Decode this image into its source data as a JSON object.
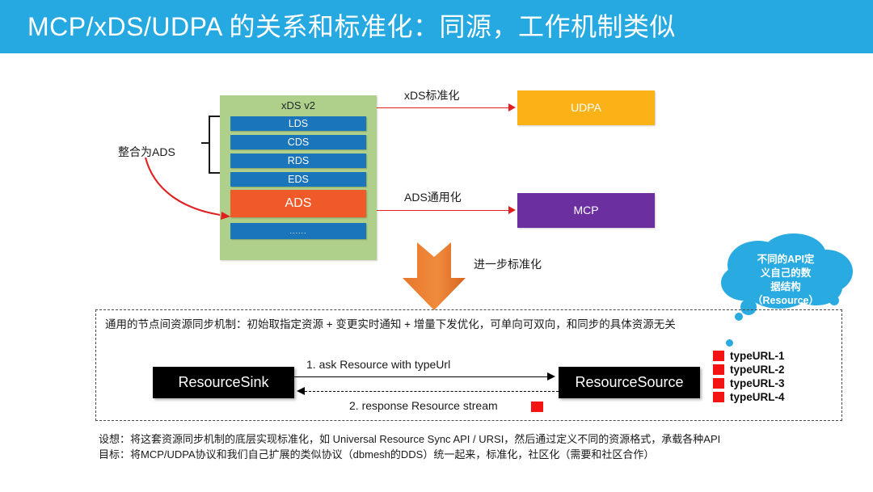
{
  "slide": {
    "title": "MCP/xDS/UDPA 的关系和标准化：同源，工作机制类似",
    "banner_color": "#26a9e0"
  },
  "xds": {
    "title": "xDS v2",
    "container_color": "#aed08a",
    "rows": [
      {
        "label": "LDS",
        "color": "#1b75bb"
      },
      {
        "label": "CDS",
        "color": "#1b75bb"
      },
      {
        "label": "RDS",
        "color": "#1b75bb"
      },
      {
        "label": "EDS",
        "color": "#1b75bb"
      }
    ],
    "ads": {
      "label": "ADS",
      "color": "#f05a28"
    },
    "more": {
      "label": "......",
      "color": "#1b75bb"
    },
    "bracket_label": "整合为ADS"
  },
  "arrows": {
    "xds_standardize": "xDS标准化",
    "ads_generalize": "ADS通用化",
    "further_standardize": "进一步标准化",
    "red_color": "#e02020",
    "orange_color": "#e8762c"
  },
  "targets": {
    "udpa": {
      "label": "UDPA",
      "color": "#fbb216"
    },
    "mcp": {
      "label": "MCP",
      "color": "#6b2fa0"
    }
  },
  "cloud": {
    "color": "#29abe2",
    "lines": [
      "不同的API定",
      "义自己的数",
      "据结构",
      "（Resource）"
    ]
  },
  "panel": {
    "headline": "通用的节点间资源同步机制：初始取指定资源 + 变更实时通知 + 增量下发优化，可单向可双向，和同步的具体资源无关",
    "sink_label": "ResourceSink",
    "source_label": "ResourceSource",
    "ask_label": "1. ask Resource with typeUrl",
    "response_label": "2. response Resource stream"
  },
  "legend": {
    "chip_color": "#f41414",
    "items": [
      "typeURL-1",
      "typeURL-2",
      "typeURL-3",
      "typeURL-4"
    ]
  },
  "footnotes": {
    "line1": "设想：将这套资源同步机制的底层实现标准化，如 Universal Resource Sync API / URSI，然后通过定义不同的资源格式，承载各种API",
    "line2": "目标：将MCP/UDPA协议和我们自己扩展的类似协议（dbmesh的DDS）统一起来，标准化，社区化（需要和社区合作）"
  }
}
